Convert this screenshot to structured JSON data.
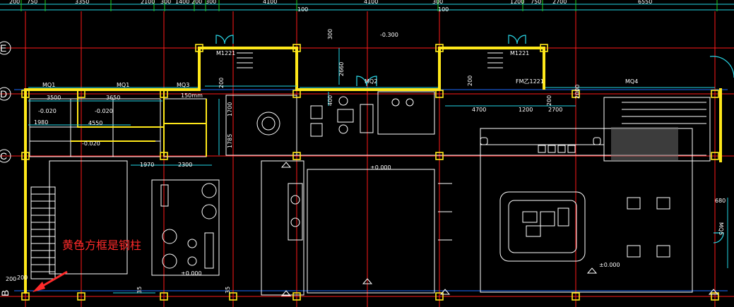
{
  "axes": {
    "row_labels": [
      "E",
      "D",
      "C",
      "B"
    ]
  },
  "top_dimensions": [
    "200",
    "750",
    "3350",
    "2100",
    "300",
    "1400",
    "200",
    "300",
    "4100",
    "4100",
    "300",
    "1200",
    "750",
    "2700",
    "6550"
  ],
  "level_marks": {
    "top": "-0.300",
    "floor": "±0.000",
    "floor2": "±0.000",
    "floor3": "±0.000"
  },
  "dims": {
    "d100a": "100",
    "d100b": "100",
    "d300": "300",
    "d2660": "2660",
    "d400": "400",
    "d200a": "200",
    "d200b": "200",
    "d200c": "200",
    "d1700": "1700",
    "d1785": "1785",
    "d4700": "4700",
    "d1200": "1200",
    "d2700": "2700",
    "d2000": "2000",
    "d3500": "3500",
    "d3650": "3650",
    "d4550": "4550",
    "d1980": "1980",
    "d1970": "1970",
    "d2300": "2300",
    "d150": "150mm",
    "d680": "680",
    "d35a": "35",
    "d35b": "35",
    "d200d": "200",
    "d200e": "200",
    "neg1": "-0.020",
    "neg2": "-0.020",
    "neg3": "-0.020"
  },
  "doors": {
    "m1221a": "M1221",
    "m1221b": "M1221",
    "mq1a": "MQ1",
    "mq1b": "MQ1",
    "mq3": "MQ3",
    "mq2": "MQ2",
    "mq4": "MQ4",
    "fmb": "FM乙1221",
    "mq5": "MQ5"
  },
  "annotation": {
    "text": "黄色方框是钢柱"
  },
  "colors": {
    "wall": "#ffe81a",
    "grid": "#ff1a1a",
    "dimension_line": "#22d6e6",
    "annotation": "#ff2a2a",
    "background": "#000000"
  }
}
